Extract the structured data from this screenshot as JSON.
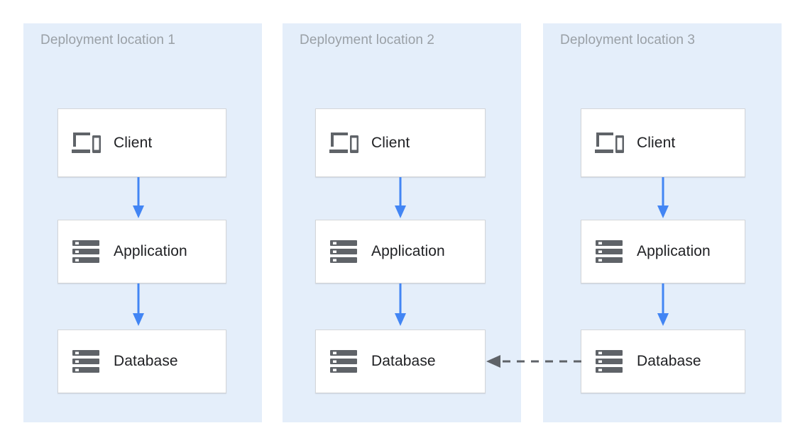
{
  "diagram": {
    "title_visible": false,
    "background": "#ffffff",
    "panel_background": "#e4eefa",
    "arrow_color": "#4285f4",
    "dashed_arrow_color": "#5f6368",
    "node_border_color": "#d4d6d9",
    "label_color": "#9aa0a6",
    "node_text_color": "#202124",
    "panels": [
      {
        "id": "deployment-location-1",
        "title": "Deployment location 1",
        "nodes": [
          {
            "id": "client",
            "label": "Client",
            "icon": "devices-icon"
          },
          {
            "id": "application",
            "label": "Application",
            "icon": "server-icon"
          },
          {
            "id": "database",
            "label": "Database",
            "icon": "server-icon"
          }
        ],
        "connections": [
          {
            "from": "client",
            "to": "application",
            "style": "solid",
            "color": "#4285f4"
          },
          {
            "from": "application",
            "to": "database",
            "style": "solid",
            "color": "#4285f4"
          }
        ]
      },
      {
        "id": "deployment-location-2",
        "title": "Deployment location 2",
        "nodes": [
          {
            "id": "client",
            "label": "Client",
            "icon": "devices-icon"
          },
          {
            "id": "application",
            "label": "Application",
            "icon": "server-icon"
          },
          {
            "id": "database",
            "label": "Database",
            "icon": "server-icon"
          }
        ],
        "connections": [
          {
            "from": "client",
            "to": "application",
            "style": "solid",
            "color": "#4285f4"
          },
          {
            "from": "application",
            "to": "database",
            "style": "solid",
            "color": "#4285f4"
          }
        ]
      },
      {
        "id": "deployment-location-3",
        "title": "Deployment location 3",
        "nodes": [
          {
            "id": "client",
            "label": "Client",
            "icon": "devices-icon"
          },
          {
            "id": "application",
            "label": "Application",
            "icon": "server-icon"
          },
          {
            "id": "database",
            "label": "Database",
            "icon": "server-icon"
          }
        ],
        "connections": [
          {
            "from": "client",
            "to": "application",
            "style": "solid",
            "color": "#4285f4"
          },
          {
            "from": "application",
            "to": "database",
            "style": "solid",
            "color": "#4285f4"
          }
        ]
      }
    ],
    "cross_panel_connections": [
      {
        "id": "db3-to-db2-replication",
        "from": "deployment-location-3.database",
        "to": "deployment-location-2.database",
        "style": "dashed",
        "direction": "left",
        "color": "#5f6368",
        "label": ""
      }
    ]
  }
}
